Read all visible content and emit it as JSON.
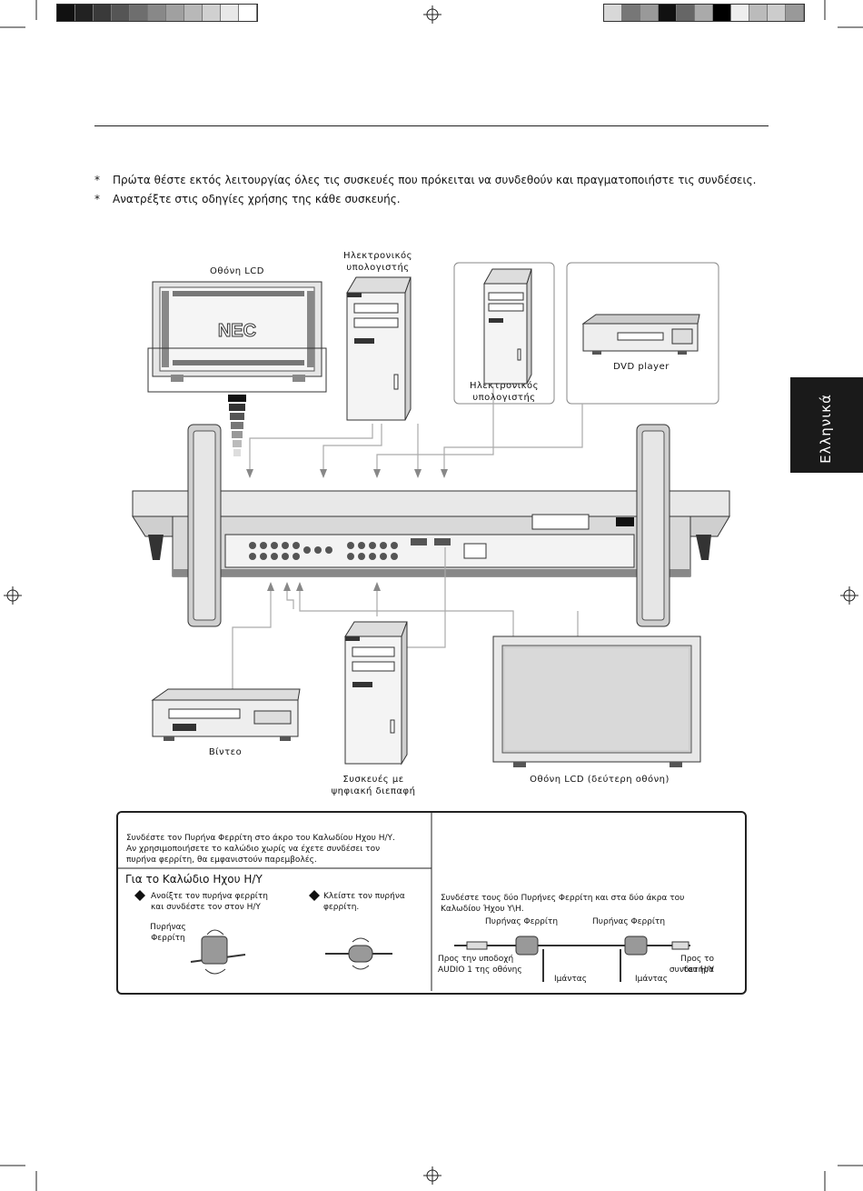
{
  "notes": [
    "Πρώτα θέστε εκτός λειτουργίας όλες τις συσκευές που πρόκειται να συνδεθούν και πραγματοποιήστε τις συνδέσεις.",
    "Ανατρέξτε στις οδηγίες χρήσης της κάθε συσκευής."
  ],
  "bullet": "*",
  "side_tab": "Ελληνικά",
  "devices": {
    "lcd": "Οθόνη LCD",
    "pc_top_1": "Ηλεκτρονικός",
    "pc_top_2": "υπολογιστής",
    "pc_right_1": "Ηλεκτρονικός",
    "pc_right_2": "υπολογιστής",
    "dvd": "DVD player",
    "vcr": "Βίντεο",
    "digital_1": "Συσκευές με",
    "digital_2": "ψηφιακή διεπαφή",
    "lcd_second": "Οθόνη LCD (δεύτερη οθόνη)",
    "brand": "NEC"
  },
  "ferrite": {
    "intro_1": "Συνδέστε τον Πυρήνα Φερρίτη στο άκρο του Καλωδίου Ηχου Η/Υ.",
    "intro_2": "Αν χρησιμοποιήσετε το καλώδιο χωρίς να έχετε συνδέσει τον",
    "intro_3": "πυρήνα φερρίτη, θα εμφανιστούν παρεμβολές.",
    "heading": "Για το Καλώδιο Ηχου Η/Υ",
    "step1_1": "Ανοίξτε τον πυρήνα φερρίτη",
    "step1_2": "και συνδέστε τον στον Η/Υ",
    "step2_1": "Κλείστε τον πυρήνα",
    "step2_2": "φερρίτη.",
    "core_label_1": "Πυρήνας",
    "core_label_2": "Φερρίτη",
    "both_1": "Συνδέστε τους δύο Πυρήνες Φερρίτη και στα δύο άκρα του",
    "both_2": "Καλωδίου Ήχου Υ\\Η.",
    "core_a": "Πυρήνας Φερρίτη",
    "core_b": "Πυρήνας Φερρίτη",
    "to_socket_1": "Προς την υποδοχή",
    "to_socket_2": "AUDIO 1 της οθόνης",
    "to_pc_1": "Προς το συνδετήρα",
    "to_pc_2": "του Η/Υ",
    "magnet_a": "Ιμάντας",
    "magnet_b": "Ιμάντας"
  },
  "colors": {
    "left_bar": [
      "#111111",
      "#222222",
      "#3a3a3a",
      "#555555",
      "#6e6e6e",
      "#888888",
      "#a0a0a0",
      "#b8b8b8",
      "#d0d0d0",
      "#e8e8e8",
      "#ffffff"
    ],
    "right_bar": [
      "#d8d8d8",
      "#777777",
      "#999999",
      "#111111",
      "#666666",
      "#aaaaaa",
      "#000000",
      "#eeeeee",
      "#bbbbbb",
      "#cccccc",
      "#999999"
    ]
  }
}
